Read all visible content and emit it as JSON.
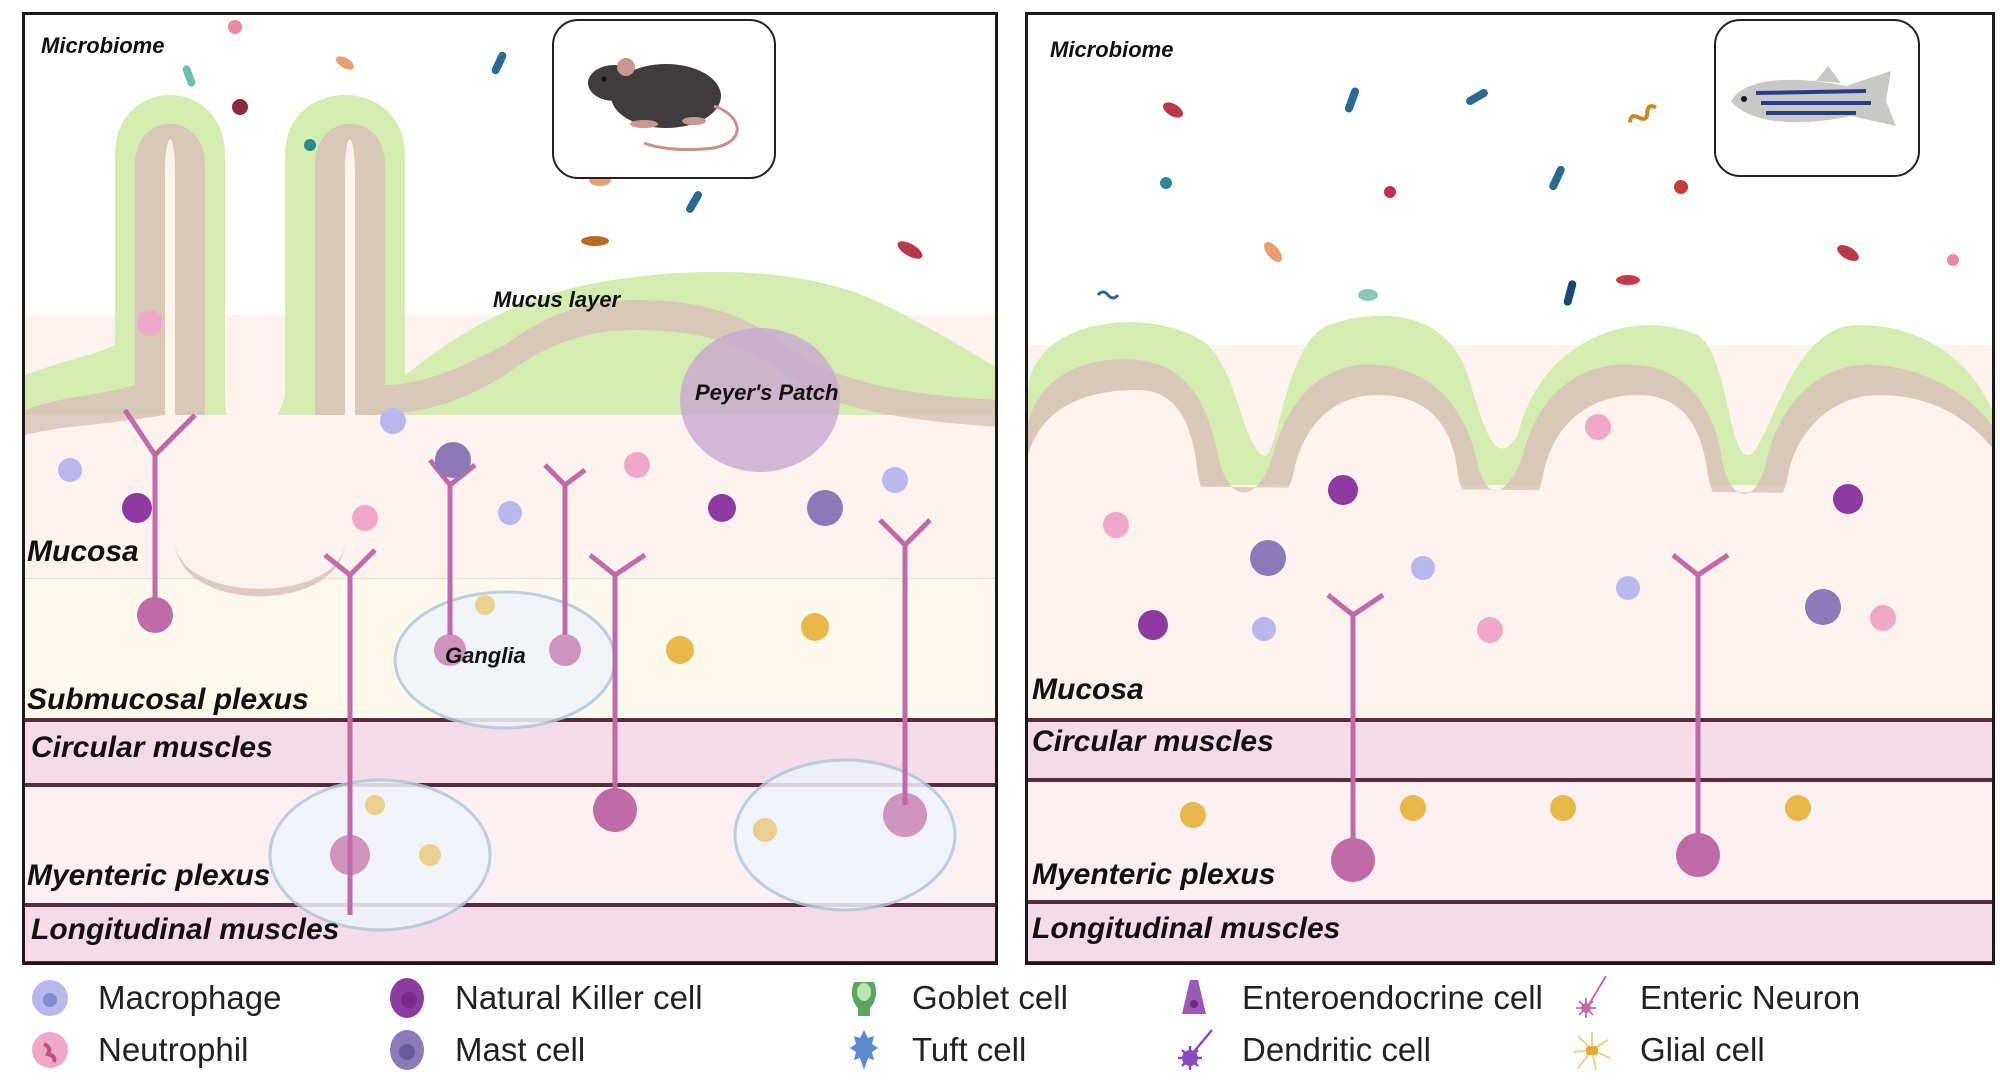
{
  "panels": {
    "mouse": {
      "organism": "mouse",
      "microbiome_label": "Microbiome",
      "mucus_label": "Mucus layer",
      "peyers_patch_label": "Peyer's Patch",
      "ganglia_label": "Ganglia",
      "layers": {
        "mucosa": "Mucosa",
        "submucosal": "Submucosal plexus",
        "circular": "Circular muscles",
        "myenteric": "Myenteric plexus",
        "longitudinal": "Longitudinal muscles"
      }
    },
    "fish": {
      "organism": "zebrafish",
      "microbiome_label": "Microbiome",
      "layers": {
        "mucosa": "Mucosa",
        "circular": "Circular muscles",
        "myenteric": "Myenteric plexus",
        "longitudinal": "Longitudinal muscles"
      }
    }
  },
  "colors": {
    "mucus": "#d4ecb0",
    "epithelium": "#d8c3b8",
    "neuron": "#c06aa8",
    "glia": "#e8b84a",
    "muscle_band": "#f5dbe7",
    "band_border": "#5a2a3e",
    "macrophage": "#b8b8ec",
    "neutrophil": "#f0a8c8",
    "nk_cell": "#8e3aa0",
    "mast_cell": "#8a7ab8",
    "goblet": "#5aa860",
    "tuft": "#5a8ad0",
    "enteroendocrine": "#9a5ab8",
    "dendritic": "#8a4ac0"
  },
  "legend": [
    {
      "icon": "macrophage-icon",
      "label": "Macrophage"
    },
    {
      "icon": "neutrophil-icon",
      "label": "Neutrophil"
    },
    {
      "icon": "natural-killer-cell-icon",
      "label": "Natural Killer cell"
    },
    {
      "icon": "mast-cell-icon",
      "label": "Mast cell"
    },
    {
      "icon": "goblet-cell-icon",
      "label": "Goblet cell"
    },
    {
      "icon": "tuft-cell-icon",
      "label": "Tuft cell"
    },
    {
      "icon": "enteroendocrine-cell-icon",
      "label": "Enteroendocrine cell"
    },
    {
      "icon": "dendritic-cell-icon",
      "label": "Dendritic cell"
    },
    {
      "icon": "enteric-neuron-icon",
      "label": "Enteric Neuron"
    },
    {
      "icon": "glial-cell-icon",
      "label": "Glial cell"
    }
  ]
}
